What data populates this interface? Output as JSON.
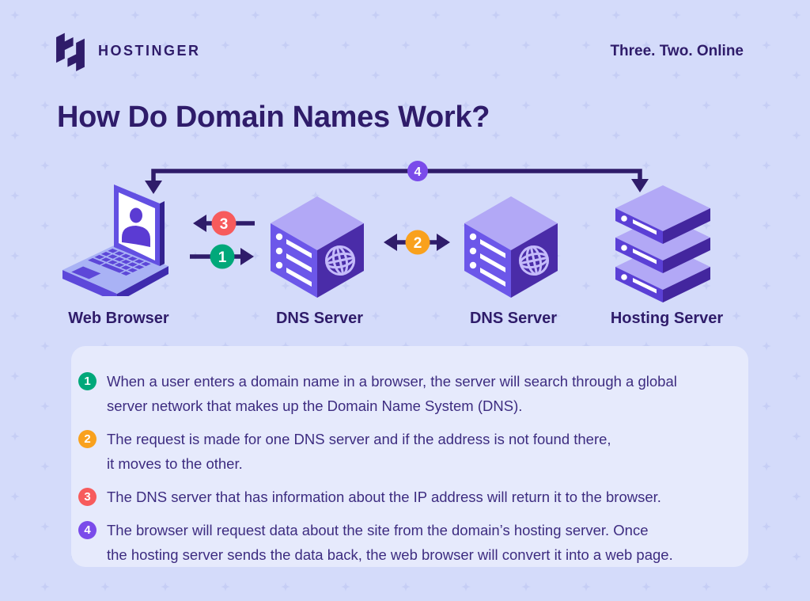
{
  "header": {
    "brand": "HOSTINGER",
    "tagline": "Three. Two. Online"
  },
  "title": "How Do Domain Names Work?",
  "diagram": {
    "nodes": [
      {
        "label": "Web Browser",
        "icon": "laptop"
      },
      {
        "label": "DNS Server",
        "icon": "server-cube"
      },
      {
        "label": "DNS Server",
        "icon": "server-cube"
      },
      {
        "label": "Hosting Server",
        "icon": "server-stack"
      }
    ],
    "arrows": [
      {
        "number": "1",
        "direction": "right",
        "between": [
          "Web Browser",
          "DNS Server"
        ]
      },
      {
        "number": "2",
        "direction": "both",
        "between": [
          "DNS Server",
          "DNS Server"
        ]
      },
      {
        "number": "3",
        "direction": "left",
        "between": [
          "DNS Server",
          "Web Browser"
        ]
      },
      {
        "number": "4",
        "direction": "down-both",
        "between": [
          "Web Browser",
          "Hosting Server"
        ]
      }
    ]
  },
  "steps": [
    {
      "number": "1",
      "color": "#00a87a",
      "text": "When a user enters a domain name in a browser, the server will search through a global\nserver network that makes up the Domain Name System (DNS)."
    },
    {
      "number": "2",
      "color": "#f9a11d",
      "text": "The request is made for one DNS server and if the address is not found there,\nit moves to the other."
    },
    {
      "number": "3",
      "color": "#f75b5c",
      "text": "The DNS server that has information about the IP address will return it to the browser."
    },
    {
      "number": "4",
      "color": "#7a4bea",
      "text": "The browser will request data about the site from the domain’s hosting server. Once\nthe hosting server sends the data back, the web browser will convert it into a web page."
    }
  ],
  "colors": {
    "background": "#d4dbfa",
    "pattern_star": "#c6cef5",
    "panel": "#e6eafc",
    "heading_text": "#2f1c6a",
    "body_text": "#3d2c80",
    "arrow_stroke": "#2f1c6a",
    "icon_top": "#b2a8f6",
    "icon_left": "#6c57e9",
    "icon_right": "#4a2ca8",
    "icon_front": "#5b40d6",
    "screen_white": "#ffffff",
    "globe_stroke": "#c4bafa"
  }
}
